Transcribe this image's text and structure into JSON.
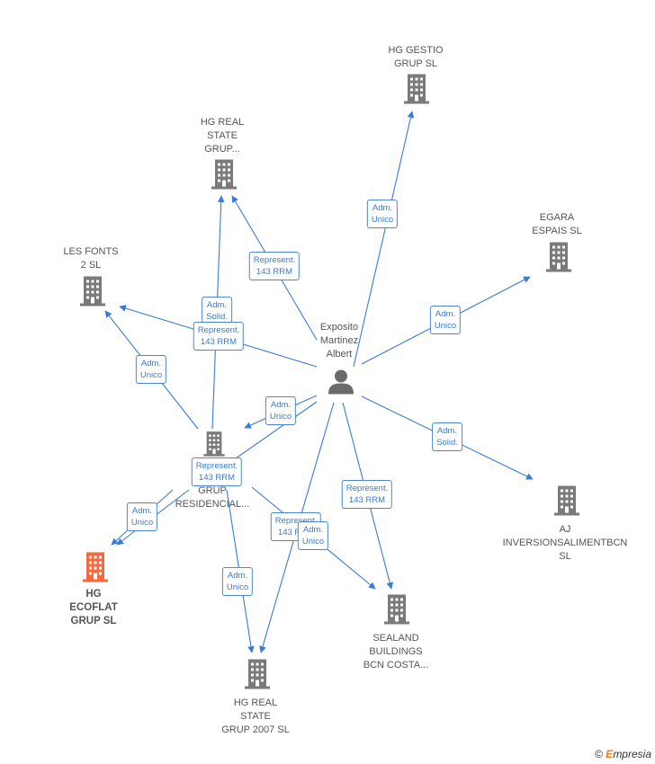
{
  "colors": {
    "edge": "#3a7bd5",
    "company": "#7a7a7a",
    "highlight": "#f26a3d",
    "person": "#6b6b6b"
  },
  "nodes": {
    "hg_gestio": {
      "label": "HG GESTIO\nGRUP SL"
    },
    "hg_real_state_grup": {
      "label": "HG REAL\nSTATE\nGRUP..."
    },
    "egara": {
      "label": "EGARA\nESPAIS  SL"
    },
    "les_fonts": {
      "label": "LES FONTS\n2  SL"
    },
    "person": {
      "label": "Exposito\nMartinez\nAlbert"
    },
    "grup_residencial": {
      "label": "GRUP\nRESIDENCIAL..."
    },
    "aj": {
      "label": "AJ\nINVERSIONSALIMENTBCN\nSL"
    },
    "hg_ecoflat": {
      "label": "HG\nECOFLAT\nGRUP  SL"
    },
    "sealand": {
      "label": "SEALAND\nBUILDINGS\nBCN COSTA..."
    },
    "hg_real_2007": {
      "label": "HG REAL\nSTATE\nGRUP 2007  SL"
    }
  },
  "edge_labels": {
    "adm_unico_gestio": "Adm.\nUnico",
    "represent_real_state": "Represent.\n143 RRM",
    "adm_unico_egara": "Adm.\nUnico",
    "adm_solid_center": "Adm.\nSolid.",
    "represent_center": "Represent.\n143 RRM",
    "adm_unico_fonts": "Adm.\nUnico",
    "adm_unico_person_grup": "Adm.\nUnico",
    "adm_solid_aj": "Adm.\nSolid.",
    "represent_grup": "Represent.\n143 RRM",
    "adm_unico_ecoflat": "Adm.\nUnico",
    "represent_sealand": "Represent.\n143 RRM",
    "represent_lower": "Represent.\n143 RRM",
    "adm_unico_lower": "Adm.\nUnico",
    "adm_unico_2007": "Adm.\nUnico"
  },
  "footer": {
    "copyright": "©",
    "brand_first": "E",
    "brand_rest": "mpresia"
  }
}
